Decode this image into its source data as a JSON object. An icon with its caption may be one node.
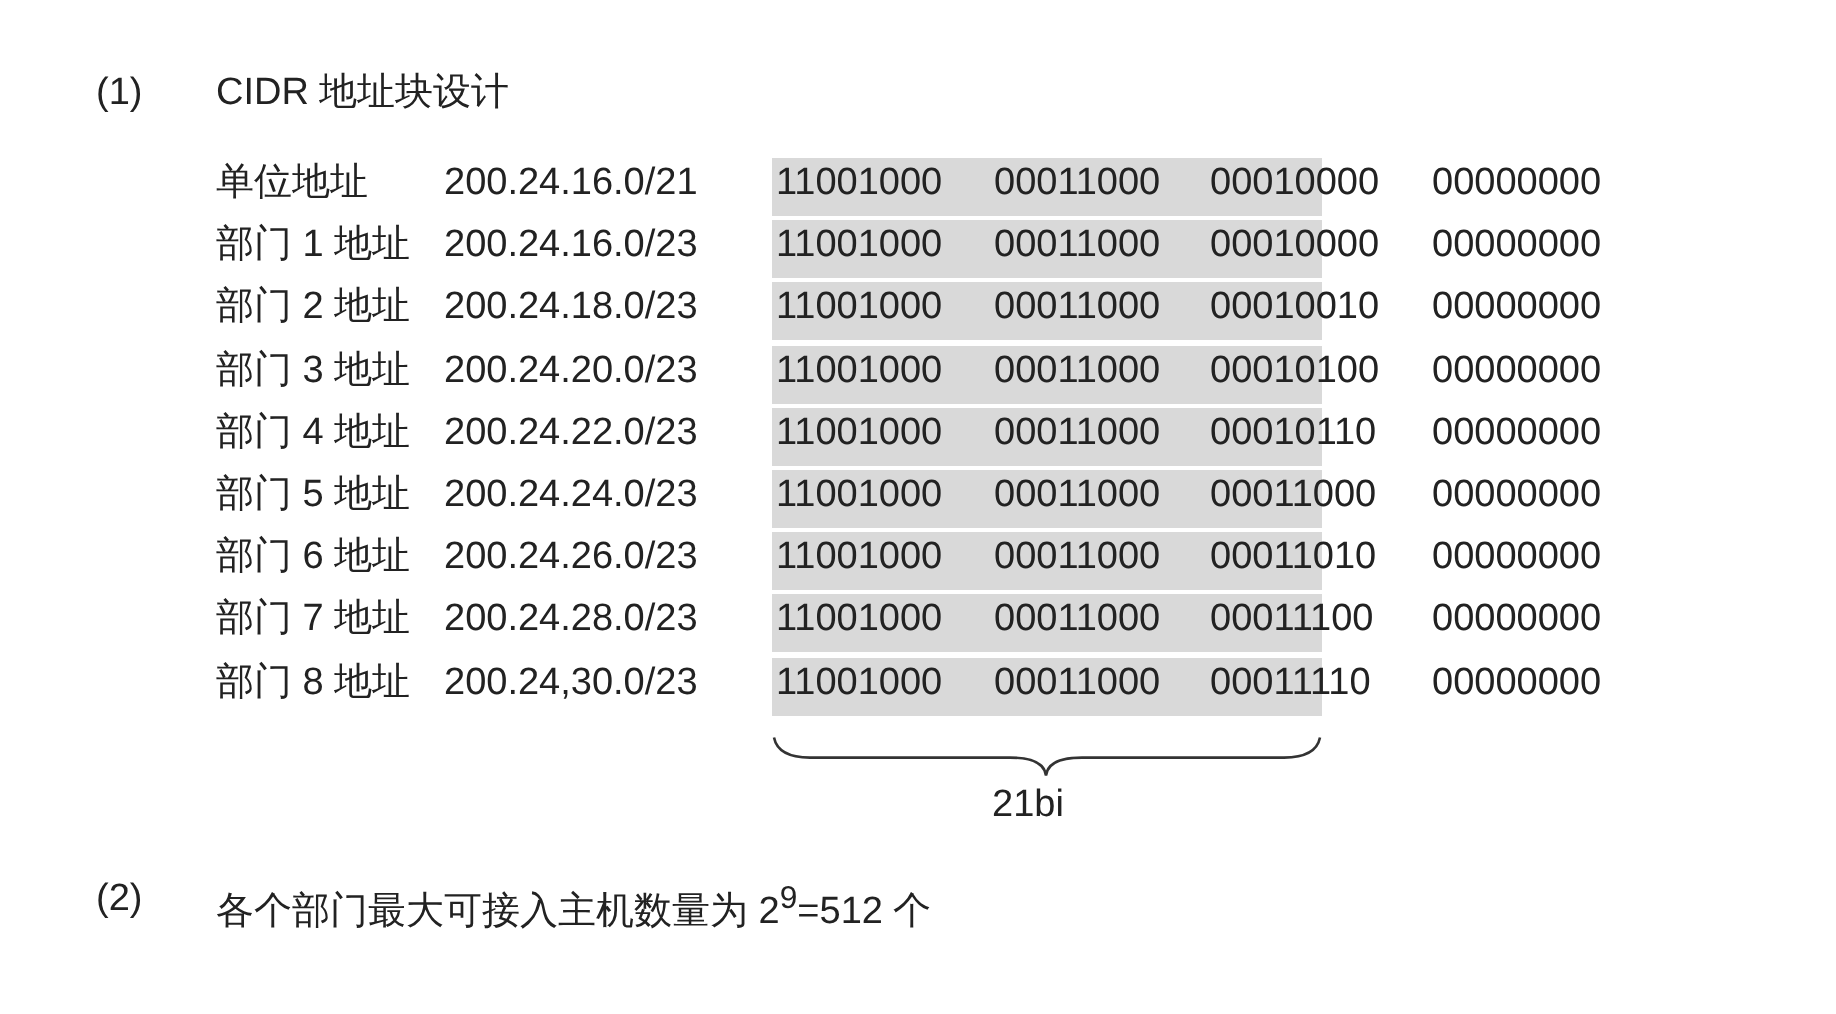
{
  "diagram": {
    "labels": [
      "(1)",
      "CIDR 地址块设计",
      "单位地址",
      "200.24.16.0/21",
      "11001000",
      "00011000",
      "00010000",
      "00000000",
      "部门 1 地址",
      "200.24.16.0/23",
      "11001000",
      "00011000",
      "00010000",
      "00000000",
      "部门 2 地址",
      "200.24.18.0/23",
      "11001000",
      "00011000",
      "00010010",
      "00000000",
      "部门 3 地址",
      "200.24.20.0/23",
      "11001000",
      "00011000",
      "00010100",
      "00000000",
      "部门 4 地址",
      "200.24.22.0/23",
      "11001000",
      "00011000",
      "00010110",
      "00000000",
      "部门 5 地址",
      "200.24.24.0/23",
      "11001000",
      "00011000",
      "00011000",
      "00000000",
      "部门 6 地址",
      "200.24.26.0/23",
      "11001000",
      "00011000",
      "00011010",
      "00000000",
      "部门 7 地址",
      "200.24.28.0/23",
      "11001000",
      "00011000",
      "00011100",
      "00000000",
      "部门 8 地址",
      "200.24,30.0/23",
      "11001000",
      "00011000",
      "00011110",
      "00000000",
      "21bi",
      "(2)",
      "各个部门最大可接入主机数量为 2$^{9}$=512 个"
    ]
  }
}
